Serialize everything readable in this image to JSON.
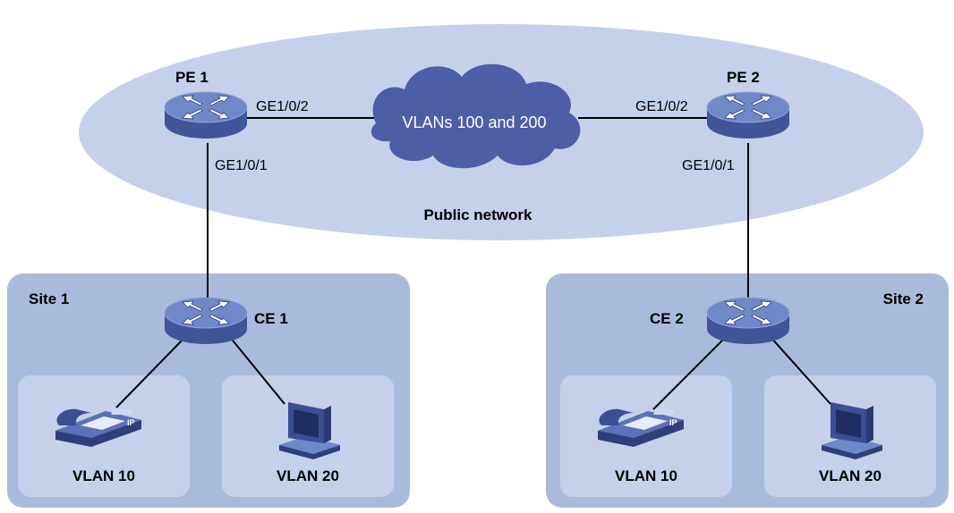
{
  "public_network": {
    "label": "Public network",
    "cloud_label": "VLANs 100 and 200"
  },
  "pe1": {
    "name": "PE 1",
    "port_up": "GE1/0/2",
    "port_down": "GE1/0/1"
  },
  "pe2": {
    "name": "PE 2",
    "port_up": "GE1/0/2",
    "port_down": "GE1/0/1"
  },
  "site1": {
    "label": "Site 1",
    "ce": "CE 1",
    "vlan_a": "VLAN 10",
    "vlan_b": "VLAN 20"
  },
  "site2": {
    "label": "Site 2",
    "ce": "CE 2",
    "vlan_a": "VLAN 10",
    "vlan_b": "VLAN 20"
  },
  "colors": {
    "public_ellipse": "#c5d1ea",
    "site_box": "#a9bbdd",
    "vlan_box": "#c5d1ea",
    "cloud": "#4c5ea5",
    "router_top": "#6f88c8",
    "router_side": "#3f5597"
  },
  "icons": {
    "router": "router-icon",
    "phone": "ip-phone-icon",
    "pc": "computer-icon",
    "cloud": "cloud-icon"
  }
}
